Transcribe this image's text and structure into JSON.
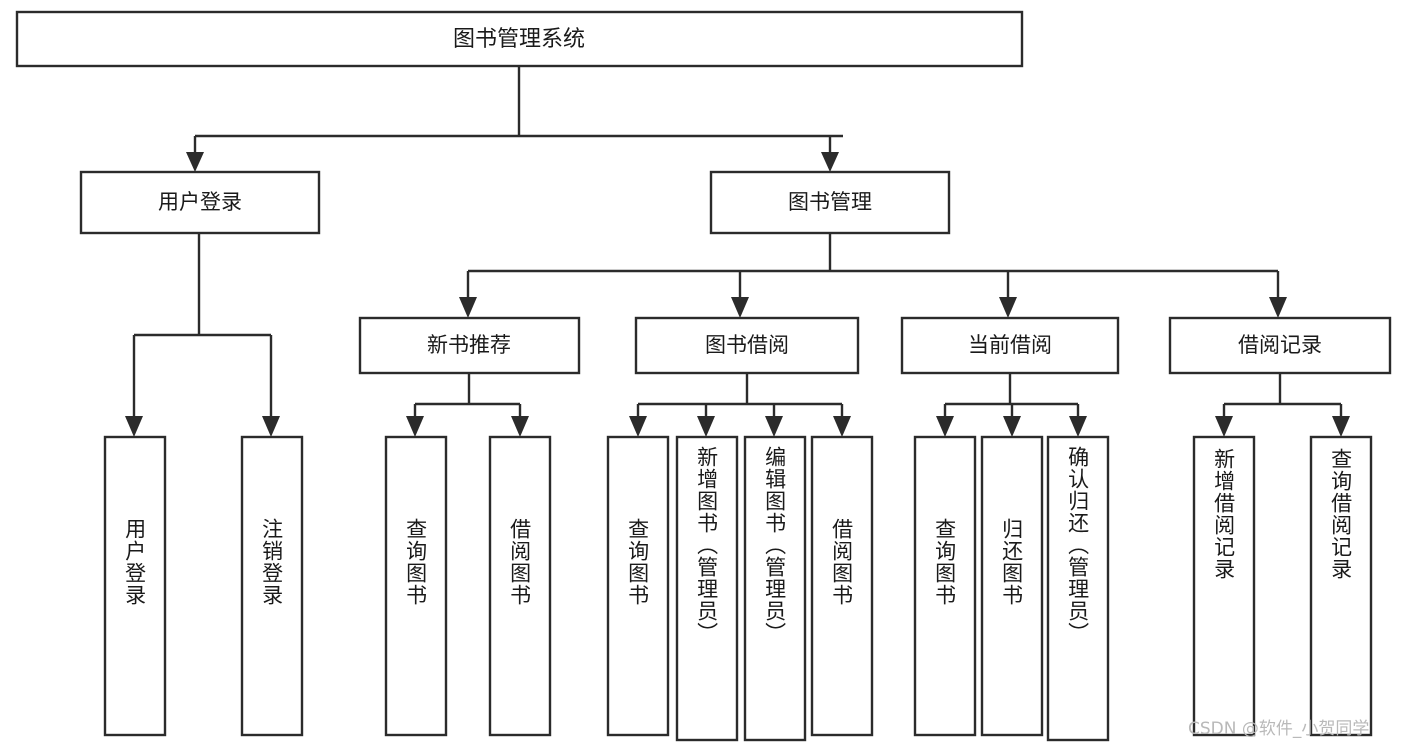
{
  "diagram": {
    "type": "tree",
    "title": "图书管理系统",
    "watermark": "CSDN @软件_小贺同学",
    "colors": {
      "stroke": "#2b2b2b",
      "fill": "#ffffff",
      "text": "#1a1a1a",
      "watermark": "#b9b9b9"
    },
    "root": {
      "label": "图书管理系统"
    },
    "level2": [
      {
        "label": "用户登录"
      },
      {
        "label": "图书管理"
      }
    ],
    "level3": [
      {
        "label": "新书推荐"
      },
      {
        "label": "图书借阅"
      },
      {
        "label": "当前借阅"
      },
      {
        "label": "借阅记录"
      }
    ],
    "leaves": {
      "user_login": [
        {
          "label": "用户登录"
        },
        {
          "label": "注销登录"
        }
      ],
      "new_book_recommend": [
        {
          "label": "查询图书"
        },
        {
          "label": "借阅图书"
        }
      ],
      "book_borrow": [
        {
          "label": "查询图书"
        },
        {
          "label": "新增图书（管理员）"
        },
        {
          "label": "编辑图书（管理员）"
        },
        {
          "label": "借阅图书"
        }
      ],
      "current_borrow": [
        {
          "label": "查询图书"
        },
        {
          "label": "归还图书"
        },
        {
          "label": "确认归还（管理员）"
        }
      ],
      "borrow_record": [
        {
          "label": "新增借阅记录"
        },
        {
          "label": "查询借阅记录"
        }
      ]
    }
  }
}
